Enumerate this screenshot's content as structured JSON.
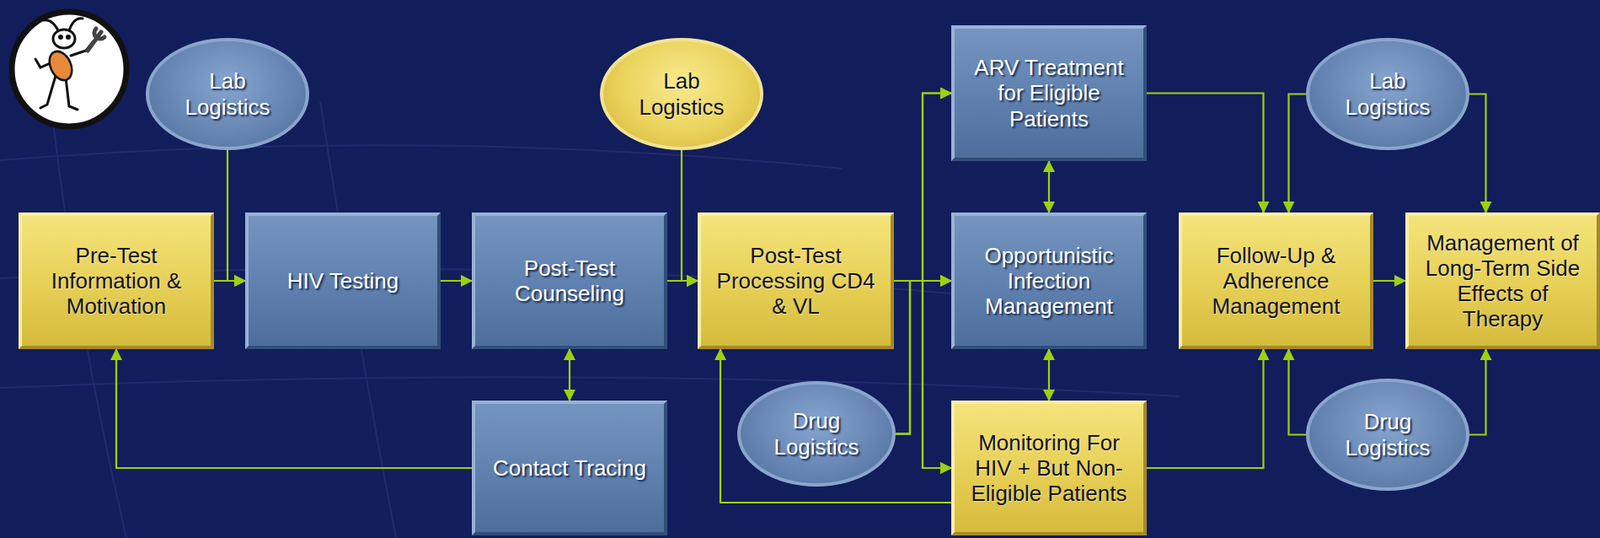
{
  "diagram": {
    "nodes": [
      {
        "text": [
          "Lab Logistics"
        ]
      },
      {
        "text": [
          "Pre-Test Information & Motivation"
        ]
      },
      {
        "text": [
          "HIV Testing"
        ]
      },
      {
        "text": [
          "Post-Test Counseling"
        ]
      },
      {
        "text": [
          "Contact Tracing"
        ]
      },
      {
        "text": [
          "Lab Logistics"
        ]
      },
      {
        "text": [
          "Post-Test Processing CD4 & VL"
        ]
      },
      {
        "text": [
          "Drug Logistics"
        ]
      },
      {
        "text": [
          "ARV Treatment for Eligible Patients"
        ]
      },
      {
        "text": [
          "Opportunistic Infection Management"
        ]
      },
      {
        "text": [
          "Monitoring For HIV + But Non-Eligible Patients"
        ]
      },
      {
        "text": [
          "Lab Logistics"
        ]
      },
      {
        "text": [
          "Follow-Up & Adherence Management"
        ]
      },
      {
        "text": [
          "Management of Long-Term Side Effects of Therapy"
        ]
      },
      {
        "text": [
          "Drug Logistics"
        ]
      }
    ],
    "edges": [
      {
        "from": 0,
        "to": 2,
        "arrow": "to"
      },
      {
        "from": 1,
        "to": 2,
        "arrow": "to"
      },
      {
        "from": 2,
        "to": 3,
        "arrow": "to"
      },
      {
        "from": 3,
        "to": 6,
        "arrow": "to"
      },
      {
        "from": 3,
        "to": 4,
        "arrow": "both"
      },
      {
        "from": 4,
        "to": 1,
        "arrow": "to"
      },
      {
        "from": 5,
        "to": 6,
        "arrow": "to"
      },
      {
        "from": 6,
        "to": 8,
        "arrow": "to"
      },
      {
        "from": 6,
        "to": 9,
        "arrow": "to"
      },
      {
        "from": 6,
        "to": 10,
        "arrow": "to"
      },
      {
        "from": 7,
        "to": 8,
        "arrow": "to"
      },
      {
        "from": 7,
        "to": 9,
        "arrow": "to"
      },
      {
        "from": 7,
        "to": 10,
        "arrow": "to"
      },
      {
        "from": 10,
        "to": 6,
        "arrow": "to"
      },
      {
        "from": 8,
        "to": 9,
        "arrow": "both"
      },
      {
        "from": 9,
        "to": 10,
        "arrow": "both"
      },
      {
        "from": 8,
        "to": 12,
        "arrow": "to"
      },
      {
        "from": 10,
        "to": 12,
        "arrow": "to"
      },
      {
        "from": 12,
        "to": 13,
        "arrow": "to"
      },
      {
        "from": 11,
        "to": 12,
        "arrow": "to"
      },
      {
        "from": 11,
        "to": 13,
        "arrow": "to"
      },
      {
        "from": 14,
        "to": 12,
        "arrow": "to"
      },
      {
        "from": 14,
        "to": 13,
        "arrow": "to"
      }
    ]
  }
}
